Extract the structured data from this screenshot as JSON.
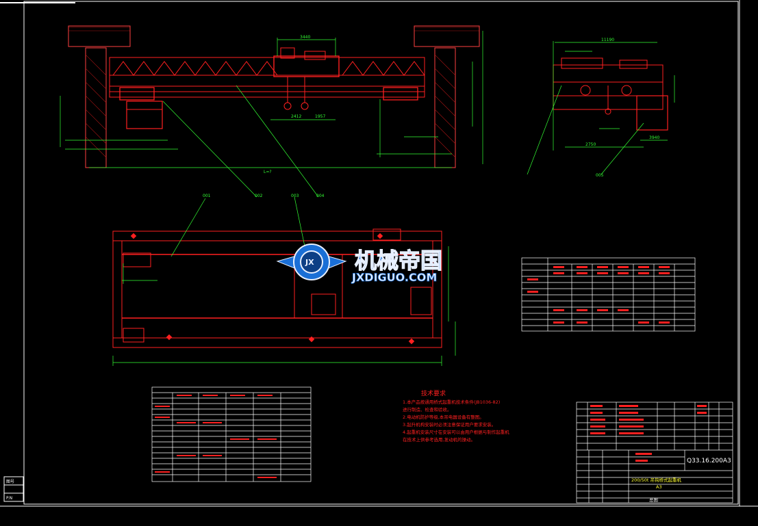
{
  "colors": {
    "background": "#000000",
    "frame": "#ffffff",
    "drawing": "#ff2020",
    "dimension": "#33ff33",
    "annotation": "#ff4040",
    "watermark_blue": "#1a6fd6",
    "watermark_white": "#e8f0ff"
  },
  "watermark": {
    "title": "机械帝国",
    "subtitle": "JXDIGUO.COM",
    "badge": "JX"
  },
  "tech_requirements": {
    "heading": "技术要求",
    "lines": [
      "1.本产品按通用桥式起重机技术条件(JB1036-82)",
      "  进行制造、检查和验收。",
      "2.电动机防护等级,本吊电器设备有整图。",
      "3.起升机构安装时必须注意保证用户要求安装。",
      "4.起重机安装尺寸在安装可以由用户根据与制作起重机",
      "  在技术上供参考选用,发动机的操动。"
    ]
  },
  "title_block": {
    "drawing_number": "Q33.16.200A3",
    "name_line": "200/50t 吊钩桥式起重机",
    "scale_note": "A3",
    "sheet_label": "总图"
  },
  "side_labels": {
    "left_top": "图号",
    "left_bottom": "P.N"
  },
  "callouts": [
    "001",
    "002",
    "003",
    "004",
    "005"
  ],
  "dimensions": {
    "top_width": "3440",
    "side_width": "11190",
    "span_label": "L=?",
    "dim_a": "2412",
    "dim_b": "1957",
    "dim_c": "2750",
    "dim_d": "3940"
  }
}
